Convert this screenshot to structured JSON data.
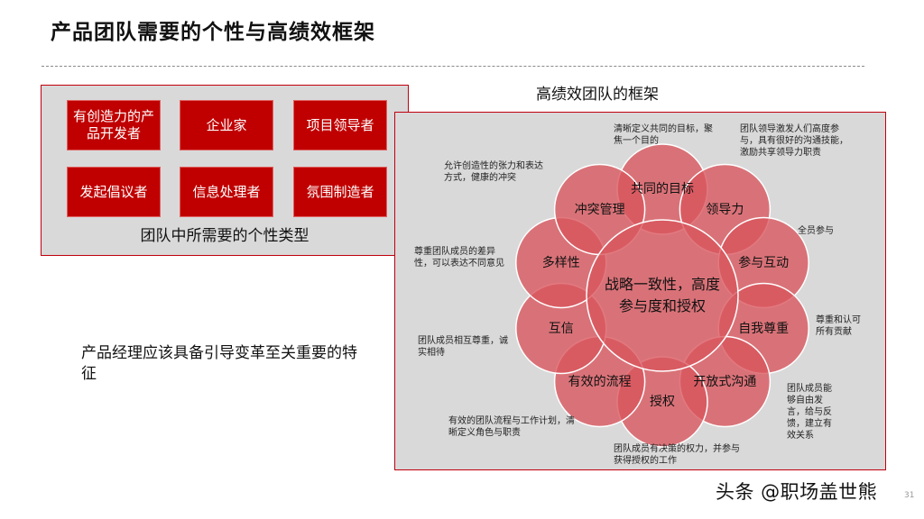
{
  "page": {
    "title": "产品团队需要的个性与高绩效框架"
  },
  "left_panel": {
    "types": [
      "有创造力的产品开发者",
      "企业家",
      "项目领导者",
      "发起倡议者",
      "信息处理者",
      "氛围制造者"
    ],
    "caption": "团队中所需要的个性类型"
  },
  "note": {
    "text": "产品经理应该具备引导变革至关重要的特征"
  },
  "framework": {
    "title": "高绩效团队的框架",
    "center": "战略一致性，高度参与度和授权",
    "elements": [
      "共同的目标",
      "领导力",
      "参与互动",
      "自我尊重",
      "开放式沟通",
      "授权",
      "有效的流程",
      "互信",
      "多样性",
      "冲突管理"
    ],
    "descriptions": [
      "清晰定义共同的目标，聚焦一个目的",
      "团队领导激发人们高度参与，具有很好的沟通技能，激励共享领导力职责",
      "全员参与",
      "尊重和认可所有贡献",
      "团队成员能够自由发言，给与反馈，建立有效关系",
      "团队成员有决策的权力，并参与获得授权的工作",
      "有效的团队流程与工作计划，清晰定义角色与职责",
      "团队成员相互尊重，诚实相待",
      "尊重团队成员的差异性，可以表达不同意见",
      "允许创造性的张力和表达方式，健康的冲突"
    ]
  },
  "footer": {
    "watermark": "头条 @职场盖世熊",
    "page_number": "31"
  },
  "colors": {
    "accent_red": "#c00000",
    "petal_fill": "#d9545c",
    "panel_gray": "#d9d9d9"
  }
}
